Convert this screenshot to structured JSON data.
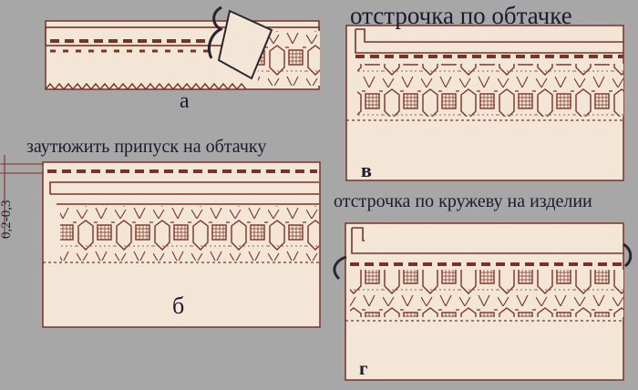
{
  "colors": {
    "background": "#a8a7a8",
    "fabric": "#f4e6d6",
    "ink": "#7a3226",
    "text": "#1b1b2e"
  },
  "panels": {
    "a": {
      "letter": "а"
    },
    "b": {
      "letter": "б",
      "caption": "заутюжить припуск на обтачку",
      "dimension": "0,2-0,3"
    },
    "v": {
      "letter": "в",
      "caption": "отстрочка по обтачке"
    },
    "g": {
      "letter": "г",
      "caption": "отстрочка по кружеву на изделии"
    }
  }
}
